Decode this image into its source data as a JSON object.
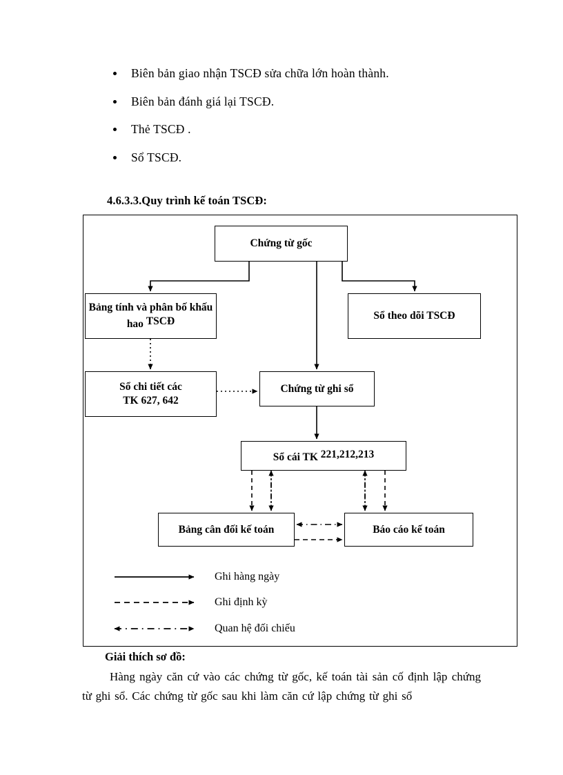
{
  "document": {
    "bullets": [
      "Biên bản giao nhận TSCĐ sửa chữa lớn hoàn thành.",
      "Biên bản đánh giá lại TSCĐ.",
      "Thẻ TSCĐ .",
      "Sổ TSCĐ."
    ],
    "section_heading": "4.6.3.3.Quy trình kế toán TSCĐ:",
    "explanation_heading": "Giải thích sơ đồ:",
    "explanation_body": "Hàng ngày căn cứ vào các chứng từ gốc, kế toán tài sản cố định lập chứng từ ghi sổ. Các chứng từ gốc sau khi làm căn cứ lập chứng từ ghi sổ"
  },
  "flowchart": {
    "boxes": {
      "chung_tu_goc": "Chứng từ gốc",
      "bang_tinh_main": "Bảng tính và phân bố khấu hao",
      "bang_tinh_sup": "TSCĐ",
      "so_theo_doi": "Sổ theo dõi TSCĐ",
      "so_chi_tiet_line1": "Sổ chi tiết các",
      "so_chi_tiet_line2": "TK 627, 642",
      "chung_tu_ghi_so": "Chứng từ ghi sổ",
      "so_cai_main": "Sổ cái TK",
      "so_cai_sup": "221,212,213",
      "bang_can_doi": "Bảng cân đối kế toán",
      "bao_cao": "Báo cáo kế toán"
    },
    "legend": [
      {
        "label": "Ghi hàng ngày",
        "style": "solid-arrow"
      },
      {
        "label": "Ghi định kỳ",
        "style": "dashed-arrow"
      },
      {
        "label": "Quan hệ đối chiếu",
        "style": "dashdot-double-arrow"
      }
    ],
    "colors": {
      "line": "#000000",
      "box_border": "#000000",
      "background": "#ffffff"
    }
  }
}
